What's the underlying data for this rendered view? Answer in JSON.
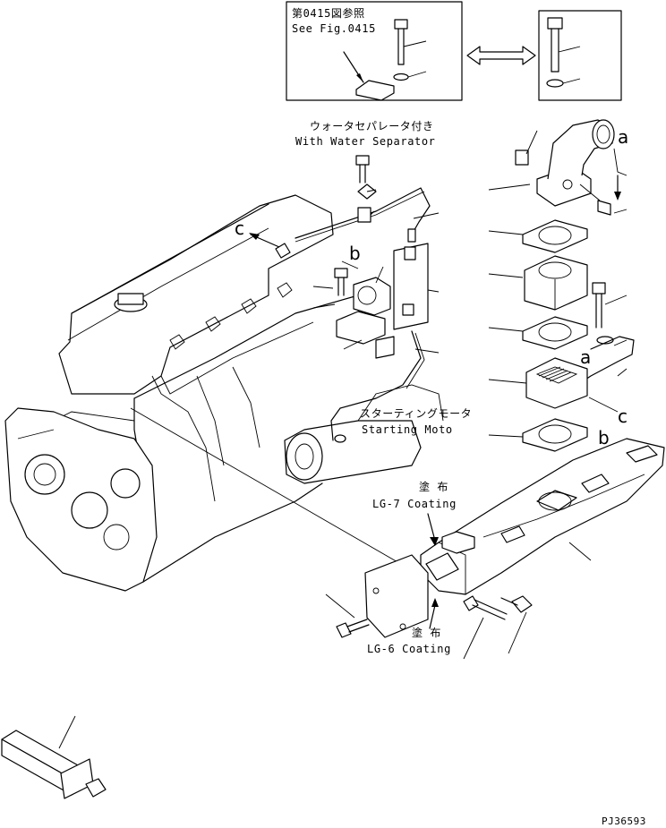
{
  "inset": {
    "ref_jp": "第0415図参照",
    "ref_en": "See Fig.0415"
  },
  "water_separator": {
    "jp": "ウォータセパレータ付き",
    "en": "With Water Separator"
  },
  "starting_motor": {
    "jp": "スターティングモータ",
    "en": "Starting Moto"
  },
  "lg7": {
    "jp": "塗 布",
    "en": "LG-7 Coating"
  },
  "lg6": {
    "jp": "塗 布",
    "en": "LG-6 Coating"
  },
  "markers": {
    "a1": "a",
    "a2": "a",
    "b1": "b",
    "b2": "b",
    "c1": "c",
    "c2": "c"
  },
  "drawing_id": "PJ36593"
}
